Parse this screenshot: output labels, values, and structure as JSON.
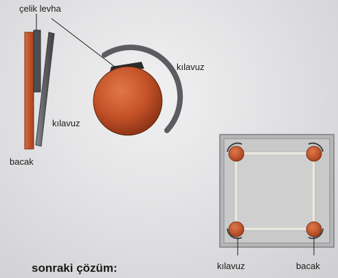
{
  "labels": {
    "steel_plate": "çelik levha",
    "guide_left": "kılavuz",
    "guide_right": "kılavuz",
    "leg_left": "bacak",
    "guide_bottom": "kılavuz",
    "leg_bottom": "bacak",
    "next_solution": "sonraki çözüm:"
  },
  "colors": {
    "leg": "#c9532c",
    "guide": "#5f6165",
    "frame": "#d9d8d2",
    "ball": "#c85630"
  }
}
